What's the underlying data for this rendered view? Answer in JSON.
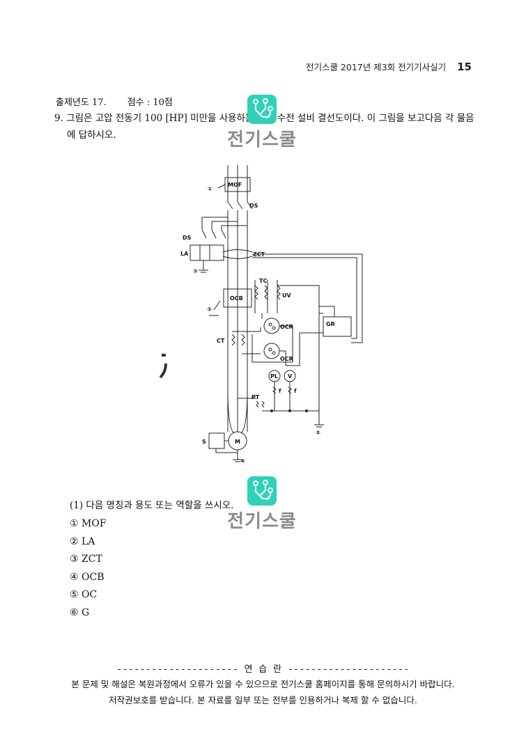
{
  "header": {
    "title": "전기스쿨 2017년 제3회 전기기사실기",
    "page": "15"
  },
  "meta": {
    "year": "출제년도 17.",
    "score": "점수 : 10점"
  },
  "question": {
    "text": "9. 그림은 고압 전동기 100 [HP] 미만을 사용하는 고압 수전 설비 결선도이다. 이 그림을 보고다음 각 물음에 답하시오."
  },
  "watermark": {
    "name": "전기스쿨"
  },
  "diagram": {
    "labels": {
      "n1": "①",
      "n2": "②",
      "n3": "③",
      "n4": "④",
      "n5": "⑤",
      "mof": "MOF",
      "ds_top": "DS",
      "ds_left": "DS",
      "la": "LA",
      "zct": "ZCT",
      "ocb": "OCB",
      "tc": "TC",
      "uv": "UV",
      "gr": "GR",
      "ocr1": "OCR",
      "ocr2": "OCR",
      "ct": "CT",
      "pl": "PL",
      "v": "V",
      "f1": "f",
      "f2": "f",
      "pt": "PT",
      "s": "S",
      "m": "M"
    }
  },
  "subquestion": "(1) 다음 명칭과 용도 또는 역할을 쓰시오.",
  "items": [
    "① MOF",
    "② LA",
    "③ ZCT",
    "④ OCB",
    "⑤ OC",
    "⑥ G"
  ],
  "footer": {
    "separator": "--------------------- 연 습 란 ---------------------",
    "line1": "본 문제 및 해설은 복원과정에서 오류가 있을 수 있으므로 전기스쿨 홈페이지를 통해 문의하시기 바랍니다.",
    "line2": "저작권보호를 받습니다. 본 자료를 일부 또는 전부를 인용하거나 복제 할 수 없습니다."
  }
}
